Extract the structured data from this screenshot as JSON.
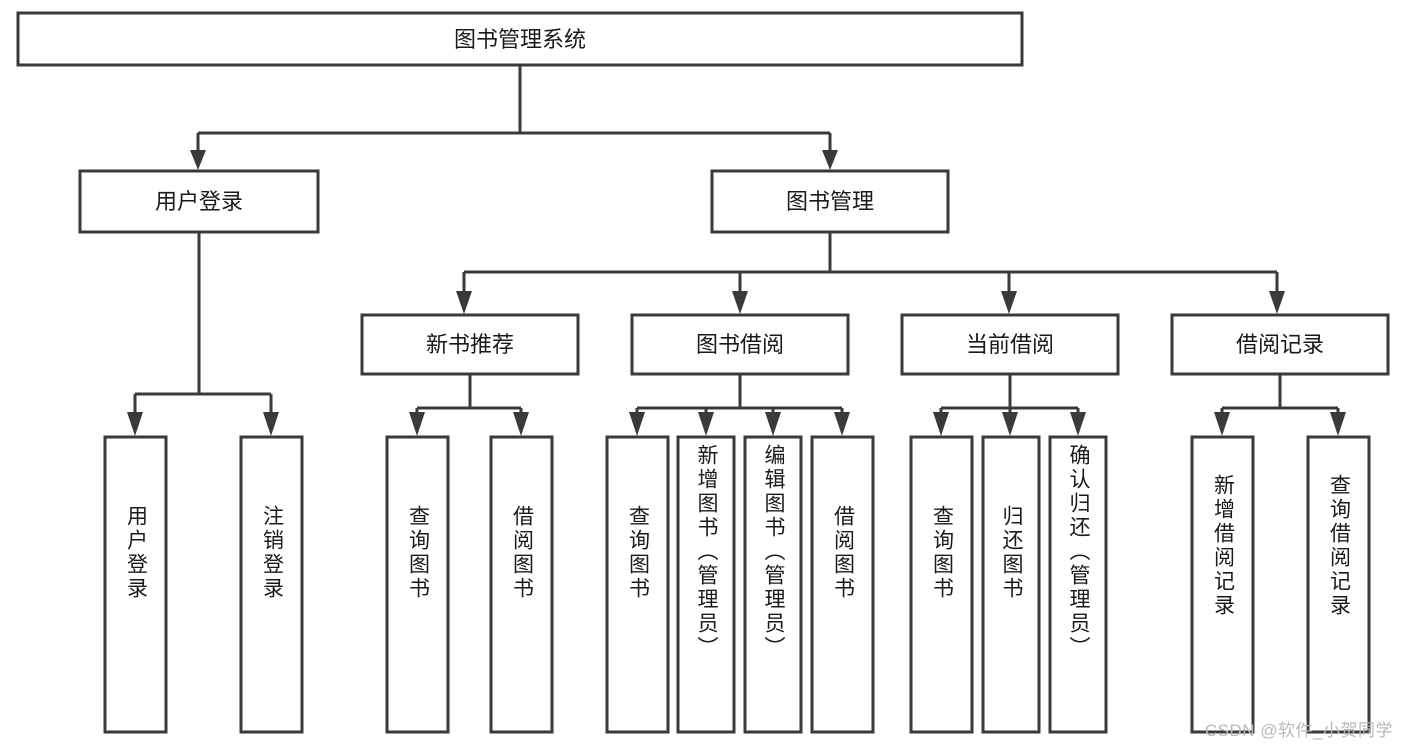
{
  "diagram": {
    "title_label": "图书管理系统",
    "watermark": "CSDN @软件_小贺同学",
    "colors": {
      "stroke": "#3a3a3a",
      "fill": "#ffffff",
      "text": "#1a1a1a",
      "watermark": "#b9b9b9"
    },
    "root": {
      "label": "图书管理系统"
    },
    "level2": [
      {
        "label": "用户登录"
      },
      {
        "label": "图书管理"
      }
    ],
    "level3": [
      {
        "label": "新书推荐"
      },
      {
        "label": "图书借阅"
      },
      {
        "label": "当前借阅"
      },
      {
        "label": "借阅记录"
      }
    ],
    "leaves": {
      "user_login": [
        {
          "label": "用户登录"
        },
        {
          "label": "注销登录"
        }
      ],
      "new_book_recommend": [
        {
          "label": "查询图书"
        },
        {
          "label": "借阅图书"
        }
      ],
      "book_borrow": [
        {
          "label": "查询图书"
        },
        {
          "label": "新增图书（管理员）"
        },
        {
          "label": "编辑图书（管理员）"
        },
        {
          "label": "借阅图书"
        }
      ],
      "current_borrow": [
        {
          "label": "查询图书"
        },
        {
          "label": "归还图书"
        },
        {
          "label": "确认归还（管理员）"
        }
      ],
      "borrow_record": [
        {
          "label": "新增借阅记录"
        },
        {
          "label": "查询借阅记录"
        }
      ]
    }
  }
}
